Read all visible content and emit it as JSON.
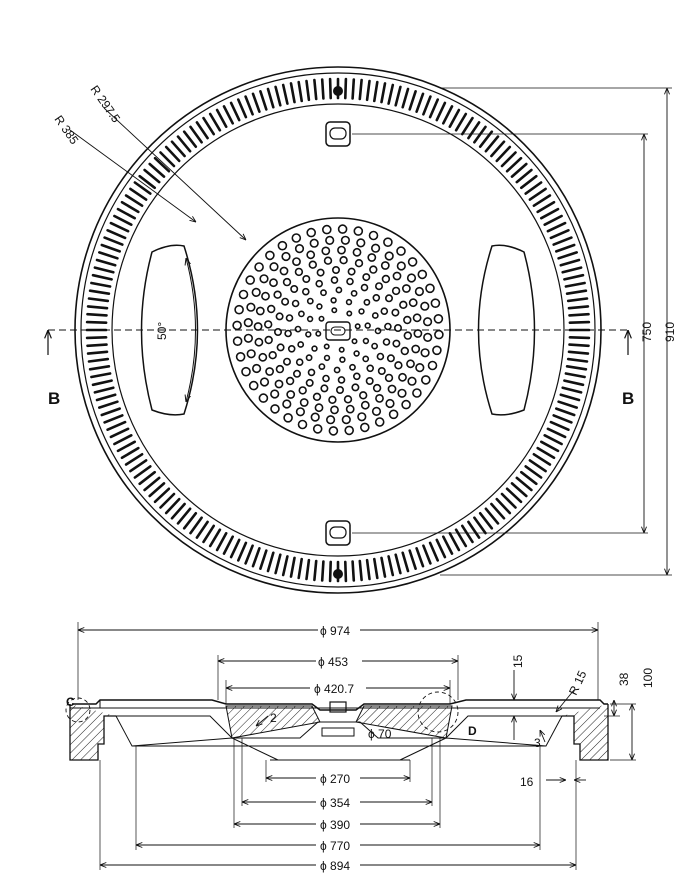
{
  "plan_view": {
    "radius_labels": [
      "R 297.5",
      "R 385"
    ],
    "angle_label": "50°",
    "dimensions": [
      "750",
      "910"
    ],
    "section_marks": [
      "B",
      "B"
    ]
  },
  "section_view": {
    "diameters": [
      "ϕ 974",
      "ϕ 453",
      "ϕ 420.7",
      "ϕ 70",
      "ϕ 270",
      "ϕ 354",
      "ϕ 390",
      "ϕ 770",
      "ϕ 894"
    ],
    "dims": {
      "d15": "15",
      "r15": "R 15",
      "d38": "38",
      "d100": "100",
      "d16": "16",
      "d2": "2",
      "d3": "3"
    },
    "detail_marks": {
      "c": "C",
      "d": "D"
    }
  }
}
